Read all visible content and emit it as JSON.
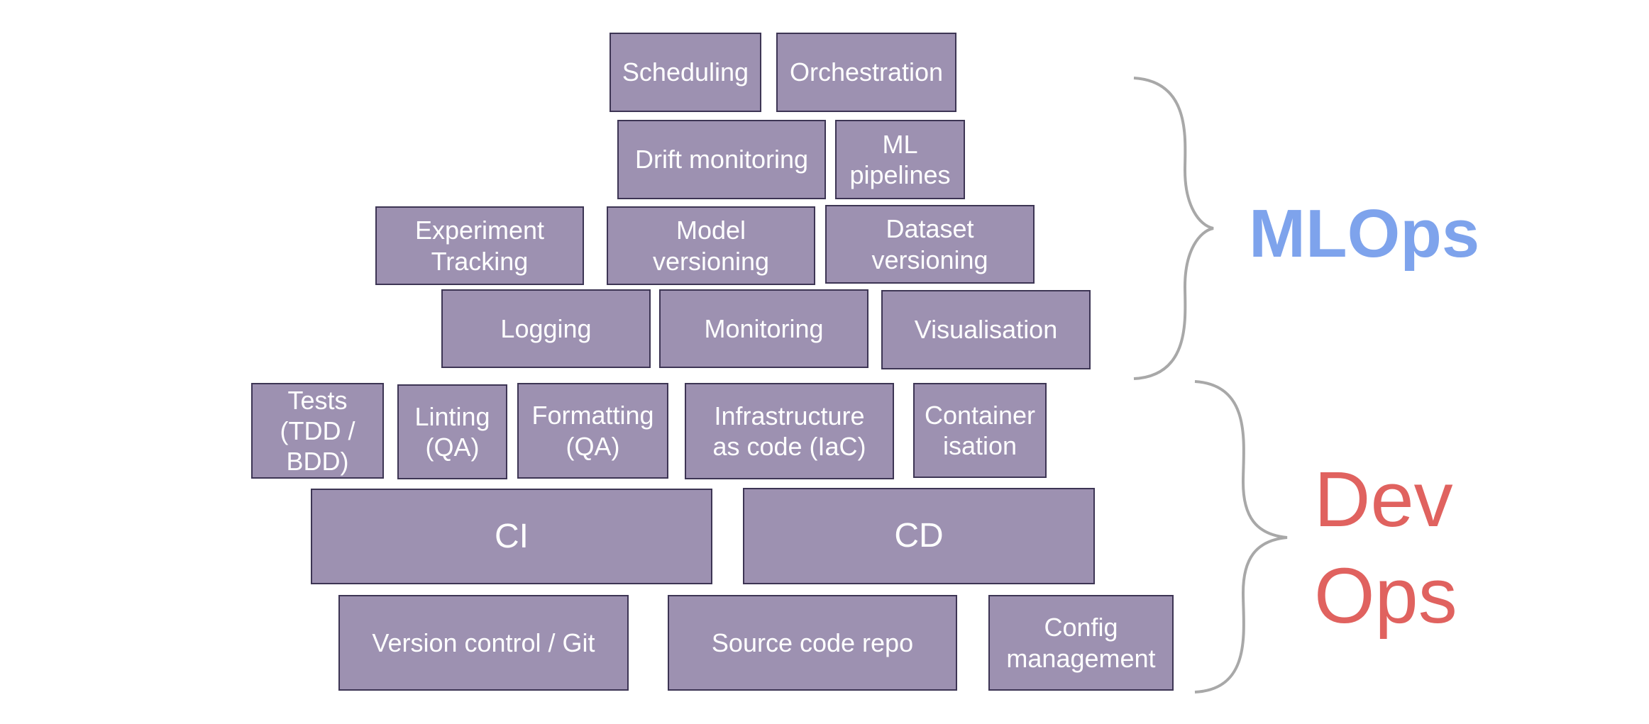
{
  "boxes": {
    "scheduling": "Scheduling",
    "orchestration": "Orchestration",
    "drift_monitoring": "Drift monitoring",
    "ml_pipelines": "ML\npipelines",
    "experiment_tracking": "Experiment\nTracking",
    "model_versioning": "Model\nversioning",
    "dataset_versioning": "Dataset\nversioning",
    "logging": "Logging",
    "monitoring": "Monitoring",
    "visualisation": "Visualisation",
    "tests": "Tests\n(TDD /\nBDD)",
    "linting": "Linting\n(QA)",
    "formatting": "Formatting\n(QA)",
    "iac": "Infrastructure\nas code (IaC)",
    "containerisation": "Container\nisation",
    "ci": "CI",
    "cd": "CD",
    "version_control": "Version control / Git",
    "source_code_repo": "Source code repo",
    "config_management": "Config\nmanagement"
  },
  "labels": {
    "mlops": "MLOps",
    "devops": "Dev\nOps"
  },
  "colors": {
    "box_fill": "#9d91b1",
    "box_border": "#3d3554",
    "box_text": "#ffffff",
    "brace": "#a8a8a8",
    "mlops": "#7ea3ec",
    "devops": "#e0625f"
  }
}
